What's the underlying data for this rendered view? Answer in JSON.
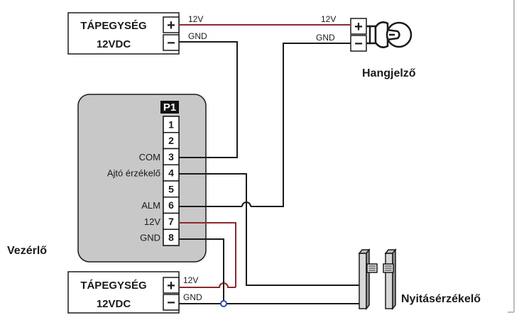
{
  "colors": {
    "wire_dark": "#1a1a1a",
    "wire_red": "#8b2a2a",
    "controller_fill": "#c8c8c8",
    "junction": "#2a4fb0",
    "right_border": "#bdbdbd"
  },
  "power_top": {
    "line1": "TÁPEGYSÉG",
    "line2": "12VDC",
    "plus": "+",
    "minus": "−"
  },
  "power_bottom": {
    "line1": "TÁPEGYSÉG",
    "line2": "12VDC",
    "plus": "+",
    "minus": "−"
  },
  "buzzer": {
    "label": "Hangjelző",
    "plus": "+",
    "minus": "−",
    "icon": "buzzer-icon"
  },
  "wire_labels": {
    "top_12v_left": "12V",
    "top_gnd_left": "GND",
    "top_12v_right": "12V",
    "top_gnd_right": "GND",
    "bottom_12v": "12V",
    "bottom_gnd": "GND"
  },
  "controller": {
    "connector": "P1",
    "label": "Vezérlő",
    "pins": [
      {
        "num": "1",
        "label": ""
      },
      {
        "num": "2",
        "label": ""
      },
      {
        "num": "3",
        "label": "COM"
      },
      {
        "num": "4",
        "label": "Ajtó érzékelő"
      },
      {
        "num": "5",
        "label": ""
      },
      {
        "num": "6",
        "label": "ALM"
      },
      {
        "num": "7",
        "label": "12V"
      },
      {
        "num": "8",
        "label": "GND"
      }
    ]
  },
  "door_sensor": {
    "label": "Nyitásérzékelő",
    "icon": "door-sensor-icon"
  }
}
